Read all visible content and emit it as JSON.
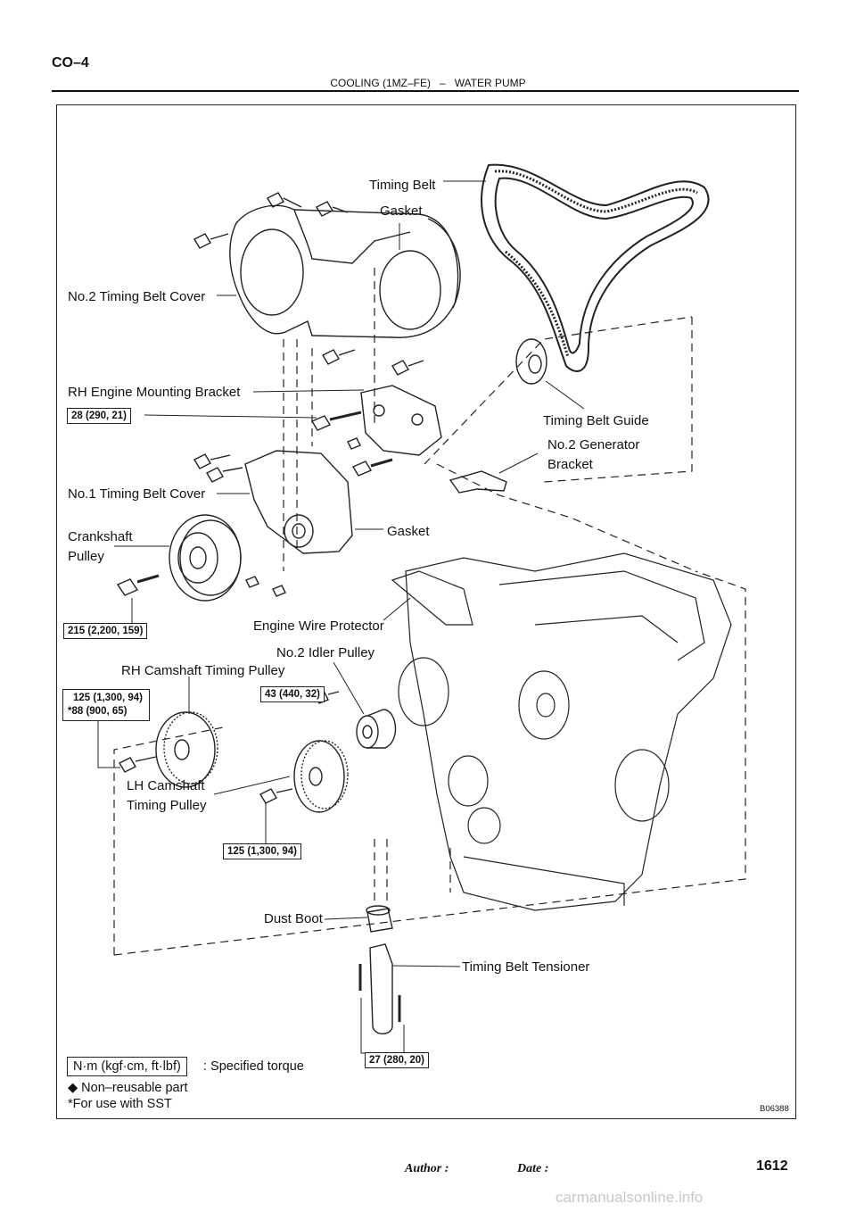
{
  "header": {
    "page_code": "CO–4",
    "section": "COOLING (1MZ–FE)",
    "separator": "–",
    "subsection": "WATER PUMP"
  },
  "labels": {
    "timing_belt": "Timing Belt",
    "gasket_top": "Gasket",
    "no2_timing_belt_cover": "No.2 Timing Belt Cover",
    "rh_engine_mounting_bracket": "RH Engine Mounting Bracket",
    "timing_belt_guide": "Timing Belt Guide",
    "no2_generator_bracket_1": "No.2 Generator",
    "no2_generator_bracket_2": "Bracket",
    "no1_timing_belt_cover": "No.1 Timing Belt Cover",
    "gasket_mid": "Gasket",
    "crankshaft_pulley_1": "Crankshaft",
    "crankshaft_pulley_2": "Pulley",
    "engine_wire_protector": "Engine Wire Protector",
    "no2_idler_pulley": "No.2 Idler Pulley",
    "rh_camshaft_timing_pulley": "RH Camshaft Timing Pulley",
    "lh_camshaft_1": "LH Camshaft",
    "lh_camshaft_2": "Timing Pulley",
    "dust_boot": "Dust Boot",
    "timing_belt_tensioner": "Timing Belt Tensioner"
  },
  "torques": {
    "t28": "28 (290, 21)",
    "t215": "215 (2,200, 159)",
    "t125a_1": "125 (1,300, 94)",
    "t125a_2": "*88 (900,  65)",
    "t43": "43 (440, 32)",
    "t125b": "125 (1,300, 94)",
    "t27": "27 (280, 20)"
  },
  "legend": {
    "unit_box": "N·m (kgf·cm, ft·lbf)",
    "unit_desc": ": Specified torque",
    "nonreusable": "◆ Non–reusable part",
    "sst": "*For use with SST"
  },
  "figure_code": "B06388",
  "footer": {
    "author": "Author :",
    "date": "Date :",
    "page_number": "1612"
  },
  "watermark": "carmanualsonline.info"
}
